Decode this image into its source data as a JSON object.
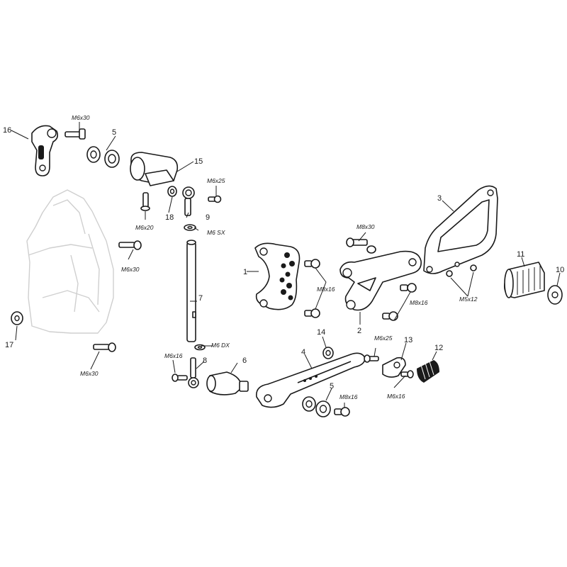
{
  "callouts": {
    "c1": "1",
    "c2": "2",
    "c3": "3",
    "c4": "4",
    "c5a": "5",
    "c5b": "5",
    "c6": "6",
    "c7": "7",
    "c8": "8",
    "c9": "9",
    "c10": "10",
    "c11": "11",
    "c12": "12",
    "c13": "13",
    "c14": "14",
    "c15": "15",
    "c16": "16",
    "c17": "17",
    "c18": "18"
  },
  "specs": {
    "s_m6x30_top": "M6x30",
    "s_m6x25_top": "M6x25",
    "s_m6x20": "M6x20",
    "s_m6sx": "M6 SX",
    "s_m6x30_mid": "M6x30",
    "s_m8x30": "M8x30",
    "s_m8x16_a": "M8x16",
    "s_m8x16_b": "M8x16",
    "s_m5x12": "M5x12",
    "s_m6dx": "M6 DX",
    "s_m6x16_a": "M6x16",
    "s_m6x25_b": "M6x25",
    "s_m6x16_b": "M6x16",
    "s_m8x16_c": "M8x16",
    "s_m6x30_bot": "M6x30"
  },
  "colors": {
    "line": "#1a1a1a",
    "ghost": "#cfcfcf",
    "background": "#ffffff"
  }
}
